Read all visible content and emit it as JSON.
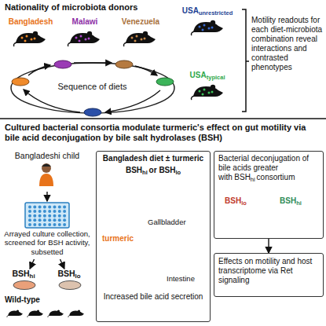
{
  "diagram": {
    "nodes": [
      {
        "text": [
          "Nationality of microbiota donors"
        ]
      },
      {
        "text": [
          "Bangladesh"
        ],
        "in": 0
      },
      {
        "text": [
          "Malawi"
        ],
        "in": 0
      },
      {
        "text": [
          "Venezuela"
        ],
        "in": 0
      },
      {
        "text": [
          "USA",
          "unrestricted"
        ],
        "in": 0
      },
      {
        "text": [
          "USA",
          "typical"
        ],
        "in": 0
      },
      {
        "text": [
          "Sequence of diets"
        ],
        "in": 0
      },
      {
        "text": [
          "Motility readouts for each diet-microbiota combination reveal interactions and contrasted phenotypes"
        ],
        "in": 0
      },
      {
        "text": [
          "Cultured bacterial consortia modulate turmeric's effect on gut motility via bile acid deconjugation by bile salt hydrolases (BSH)"
        ]
      },
      {
        "text": [
          "Bangladeshi child"
        ],
        "in": 8
      },
      {
        "text": [
          "Arrayed culture collection, screened for BSH activity, subsetted"
        ],
        "in": 8
      },
      {
        "text": [
          "BSH",
          "hi"
        ],
        "in": 8
      },
      {
        "text": [
          "BSH",
          "lo"
        ],
        "in": 8
      },
      {
        "text": [
          "Bangladesh diet ± turmeric"
        ],
        "in": 8
      },
      {
        "text": [
          "BSH",
          "hi",
          "or BSH",
          "lo"
        ],
        "in": 13
      },
      {
        "text": [
          "Bacterial deconjugation of bile acids greater with",
          "BSH",
          "hi",
          "consortium"
        ],
        "in": 8
      },
      {
        "text": [
          "Effects on motility and host transcriptome via Ret signaling"
        ],
        "in": 8
      }
    ],
    "edges": [
      {
        "from": 9,
        "to": 10,
        "arrow": "to"
      },
      {
        "from": 10,
        "to": 11,
        "arrow": "to"
      },
      {
        "from": 10,
        "to": 12,
        "arrow": "to"
      },
      {
        "from": 15,
        "to": 16,
        "arrow": "to"
      }
    ],
    "labels": [
      "turmeric",
      "Gallbladder",
      "Intestine",
      "Increased bile acid secretion",
      "Wild-type",
      "BSH",
      "lo",
      "BSH",
      "hi"
    ]
  }
}
